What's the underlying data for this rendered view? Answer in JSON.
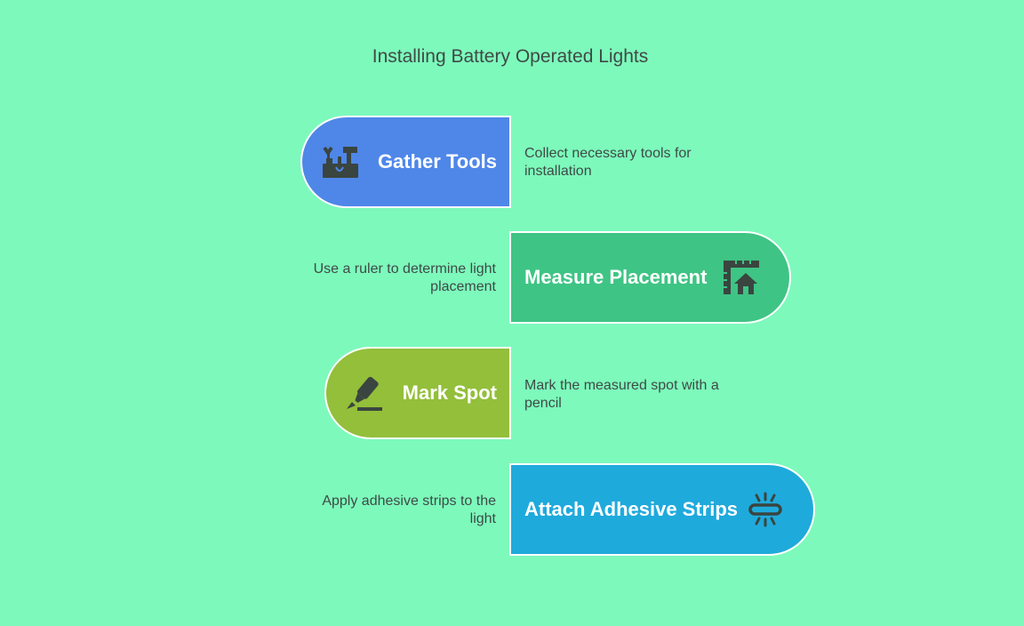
{
  "title": "Installing Battery Operated Lights",
  "steps": [
    {
      "label": "Gather Tools",
      "description": "Collect necessary tools for installation",
      "color": "#4F87E8",
      "icon": "toolbox-icon"
    },
    {
      "label": "Measure Placement",
      "description": "Use a ruler to determine light placement",
      "color": "#3EC484",
      "icon": "ruler-house-icon"
    },
    {
      "label": "Mark Spot",
      "description": "Mark the measured spot with a pencil",
      "color": "#93BF3A",
      "icon": "marker-icon"
    },
    {
      "label": "Attach Adhesive Strips",
      "description": "Apply adhesive strips to the light",
      "color": "#1FAADC",
      "icon": "adhesive-strip-icon"
    }
  ]
}
